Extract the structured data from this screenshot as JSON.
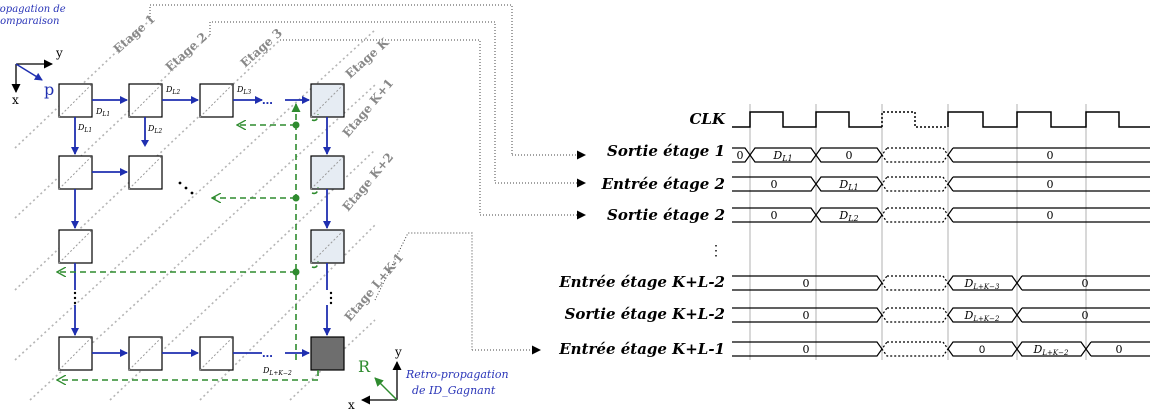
{
  "colors": {
    "blue": "#1f2fb0",
    "green": "#2e8b2e",
    "gray_guide": "#b5b5b5",
    "cell_light": "#e6ecf3",
    "cell_dark": "#6e6e6e"
  },
  "array": {
    "propagation_label": "Propagation de comparaison",
    "axis_y": "y",
    "axis_x": "x",
    "axis_p": "p",
    "stages": [
      "Etage 1",
      "Etage 2",
      "Etage 3",
      "Etage K",
      "Etage K+1",
      "Etage K+2",
      "Etage L+K-1"
    ],
    "d_labels": {
      "dl1": "D",
      "dl1_sub": "L1",
      "dl2": "D",
      "dl2_sub": "L2",
      "dl3": "D",
      "dl3_sub": "L3",
      "dlk": "D",
      "dlk_sub": "L+K−2"
    },
    "dots": "...",
    "retro_axis_R": "R",
    "retro_axis_y": "y",
    "retro_axis_x": "x",
    "retro_label_line1": "Retro-propagation",
    "retro_label_line2": "de ID_Gagnant"
  },
  "timing": {
    "clk_label": "CLK",
    "rows": [
      {
        "label": "Sortie étage 1",
        "segments": [
          "0",
          "D_L1",
          "0",
          "",
          "0"
        ]
      },
      {
        "label": "Entrée étage 2",
        "segments": [
          "0",
          "D_L1",
          "",
          "0"
        ]
      },
      {
        "label": "Sortie étage 2",
        "segments": [
          "0",
          "D_L2",
          "",
          "0"
        ]
      },
      {
        "label": "Entrée étage K+L-2",
        "segments": [
          "0",
          "",
          "D_L+K−3",
          "0"
        ]
      },
      {
        "label": "Sortie étage K+L-2",
        "segments": [
          "0",
          "",
          "D_L+K−2",
          "0"
        ]
      },
      {
        "label": "Entrée étage K+L-1",
        "segments": [
          "0",
          "",
          "0",
          "D_L+K−2",
          "0"
        ]
      }
    ],
    "vdots": "⋮"
  }
}
